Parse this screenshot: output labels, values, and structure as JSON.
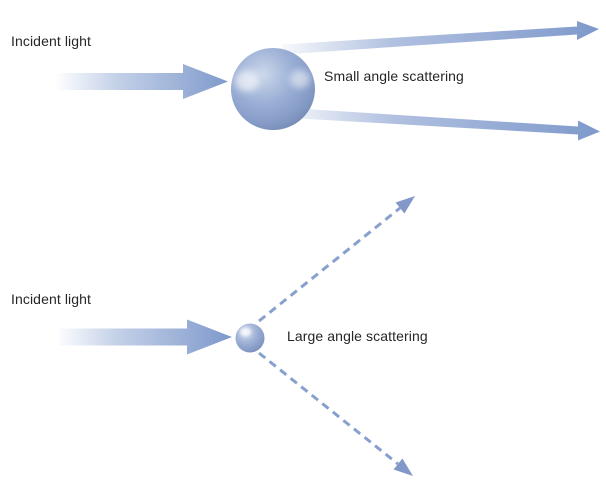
{
  "figure": {
    "background": "#ffffff",
    "text_color": "#262626",
    "accent_blue": "#7e99cb",
    "dash_blue": "#87a0ce",
    "sphere_base": "#8399c5",
    "sphere_shadow": "#6e84ab"
  },
  "top_panel": {
    "incident_label": "Incident light",
    "scattering_label": "Small angle scattering"
  },
  "bottom_panel": {
    "incident_label": "Incident light",
    "scattering_label": "Large angle scattering"
  }
}
